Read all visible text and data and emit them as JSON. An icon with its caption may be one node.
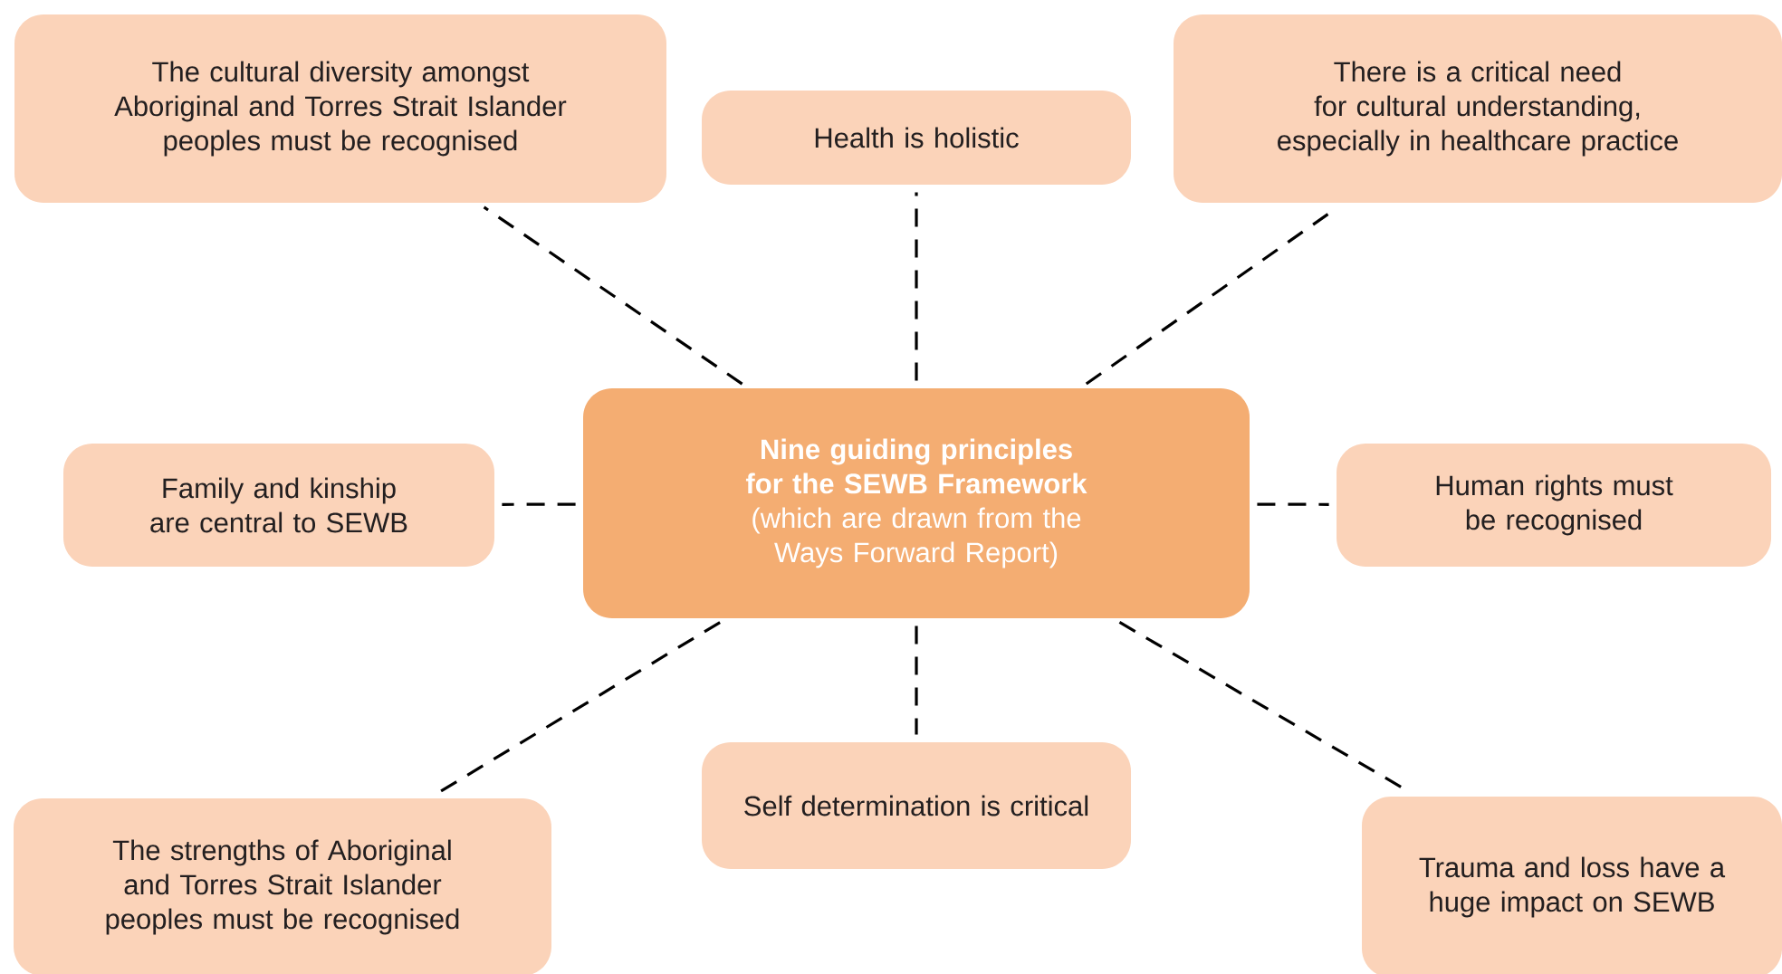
{
  "diagram": {
    "nodes": [
      {
        "text": [
          "Nine guiding principles for the SEWB Framework",
          "(which are drawn from the Ways Forward Report)"
        ]
      },
      {
        "text": [
          "The cultural diversity amongst Aboriginal and Torres Strait Islander peoples must be recognised"
        ]
      },
      {
        "text": [
          "Health is holistic"
        ]
      },
      {
        "text": [
          "There is a critical need for cultural understanding, especially in healthcare practice"
        ]
      },
      {
        "text": [
          "Family and kinship are central to SEWB"
        ]
      },
      {
        "text": [
          "Human rights must be recognised"
        ]
      },
      {
        "text": [
          "The strengths of Aboriginal and Torres Strait Islander peoples must be recognised"
        ]
      },
      {
        "text": [
          "Self determination is critical"
        ]
      },
      {
        "text": [
          "Trauma and loss have a huge impact on SEWB"
        ]
      }
    ],
    "edges": [
      {
        "from": 0,
        "to": 1,
        "arrow": "none",
        "style": "dashed"
      },
      {
        "from": 0,
        "to": 2,
        "arrow": "none",
        "style": "dashed"
      },
      {
        "from": 0,
        "to": 3,
        "arrow": "none",
        "style": "dashed"
      },
      {
        "from": 0,
        "to": 4,
        "arrow": "none",
        "style": "dashed"
      },
      {
        "from": 0,
        "to": 5,
        "arrow": "none",
        "style": "dashed"
      },
      {
        "from": 0,
        "to": 6,
        "arrow": "none",
        "style": "dashed"
      },
      {
        "from": 0,
        "to": 7,
        "arrow": "none",
        "style": "dashed"
      },
      {
        "from": 0,
        "to": 8,
        "arrow": "none",
        "style": "dashed"
      }
    ]
  }
}
